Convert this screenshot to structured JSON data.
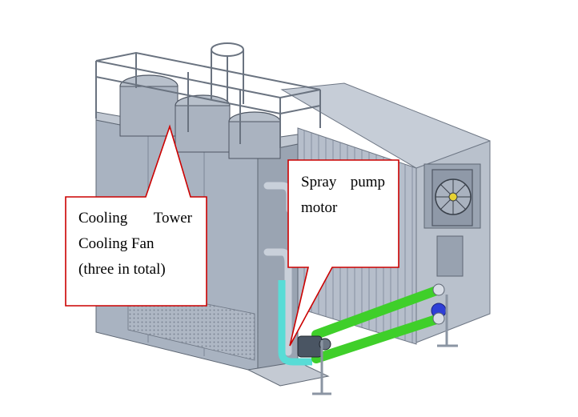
{
  "callouts": {
    "cooling_fan": {
      "line1_a": "Cooling",
      "line1_b": "Tower",
      "line2": "Cooling Fan",
      "line3": "(three in total)"
    },
    "spray_pump": {
      "line1_a": "Spray",
      "line1_b": "pump",
      "line2": "motor"
    }
  },
  "colors": {
    "callout_border": "#cc0000",
    "unit_body": "#a9b3c1",
    "container": "#b4bcc8",
    "pipe_green": "#3fcf2a",
    "pipe_cyan": "#58dcd6",
    "motor_blue": "#2f3fd6"
  }
}
